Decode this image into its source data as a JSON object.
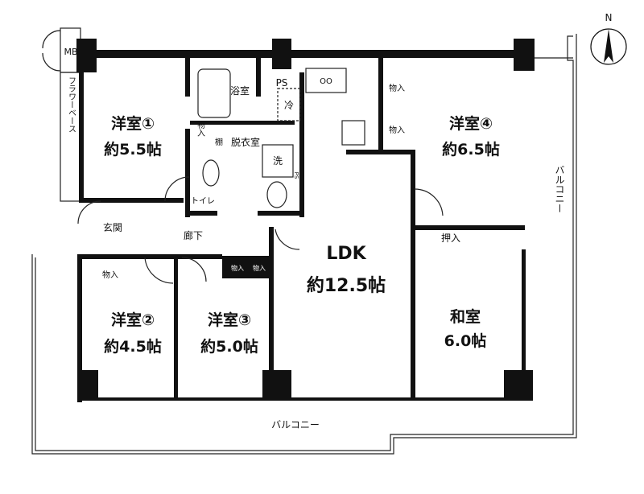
{
  "compass": {
    "label": "N"
  },
  "rooms": {
    "western1": {
      "name": "洋室①",
      "size": "約5.5帖"
    },
    "western2": {
      "name": "洋室②",
      "size": "約4.5帖"
    },
    "western3": {
      "name": "洋室③",
      "size": "約5.0帖"
    },
    "western4": {
      "name": "洋室④",
      "size": "約6.5帖"
    },
    "ldk": {
      "name": "LDK",
      "size": "約12.5帖"
    },
    "japanese": {
      "name": "和室",
      "size": "6.0帖"
    }
  },
  "labels": {
    "mb": "MB",
    "flower_space": "フラワーベース",
    "bath": "浴室",
    "ps_top": "PS",
    "fridge": "冷",
    "stove": "OO",
    "storage": "物入",
    "shelf": "棚",
    "dressing": "脱衣室",
    "washer": "洗",
    "toilet": "トイレ",
    "ps_side": "PS",
    "entrance": "玄関",
    "hallway": "廊下",
    "closet": "押入",
    "balcony": "バルコニー"
  }
}
